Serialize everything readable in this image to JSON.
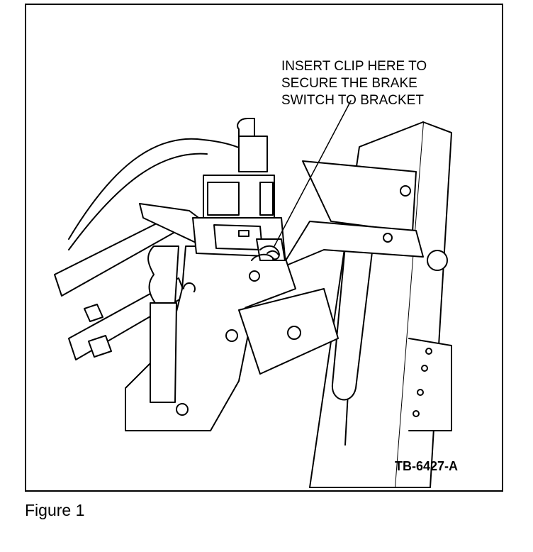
{
  "figure": {
    "caption": "Figure 1",
    "code": "TB-6427-A",
    "callout_lines": [
      "INSERT CLIP HERE TO",
      "SECURE THE BRAKE",
      "SWITCH TO BRACKET"
    ]
  },
  "colors": {
    "line": "#000000",
    "background": "#ffffff"
  }
}
